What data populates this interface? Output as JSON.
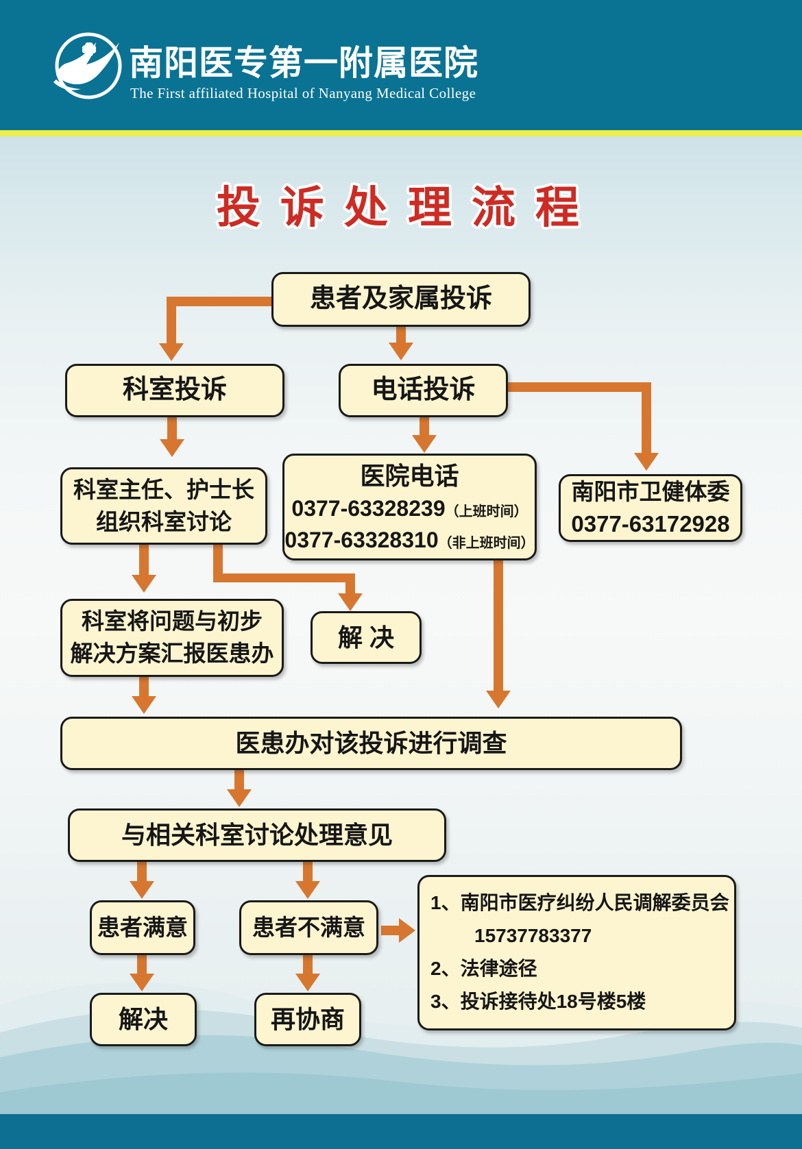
{
  "header": {
    "hospital_name_cn": "南阳医专第一附属医院",
    "hospital_name_en": "The First affiliated Hospital of Nanyang Medical College"
  },
  "title": "投诉处理流程",
  "flow": {
    "patient_family": "患者及家属投诉",
    "dept_complaint": "科室投诉",
    "phone_complaint": "电话投诉",
    "dept_discussion": {
      "line1": "科室主任、护士长",
      "line2": "组织科室讨论"
    },
    "hospital_phone": {
      "title": "医院电话",
      "phone1": "0377-63328239",
      "phone1_note": "（上班时间）",
      "phone2": "0377-63328310",
      "phone2_note": "（非上班时间）"
    },
    "health_commission": {
      "name": "南阳市卫健体委",
      "phone": "0377-63172928"
    },
    "report": {
      "line1": "科室将问题与初步",
      "line2": "解决方案汇报医患办"
    },
    "resolve_mid": "解 决",
    "investigate": "医患办对该投诉进行调查",
    "discuss": "与相关科室讨论处理意见",
    "satisfied": "患者满意",
    "unsatisfied": "患者不满意",
    "resolve_final": "解决",
    "renegotiate": "再协商",
    "escalation": {
      "item1_no": "1、",
      "item1_text": "南阳市医疗纠纷人民调解委员会",
      "item1_phone": "15737783377",
      "item2_no": "2、",
      "item2_text": "法律途径",
      "item3_no": "3、",
      "item3_text": "投诉接待处18号楼5楼"
    }
  },
  "colors": {
    "header_teal": "#0a7394",
    "footer_teal": "#0d7092",
    "divider_yellow": "#edef4d",
    "box_fill": "#fcf5cf",
    "box_border": "#1a1a1a",
    "arrow_orange": "#d7772f",
    "title_red": "#cd2b23"
  }
}
